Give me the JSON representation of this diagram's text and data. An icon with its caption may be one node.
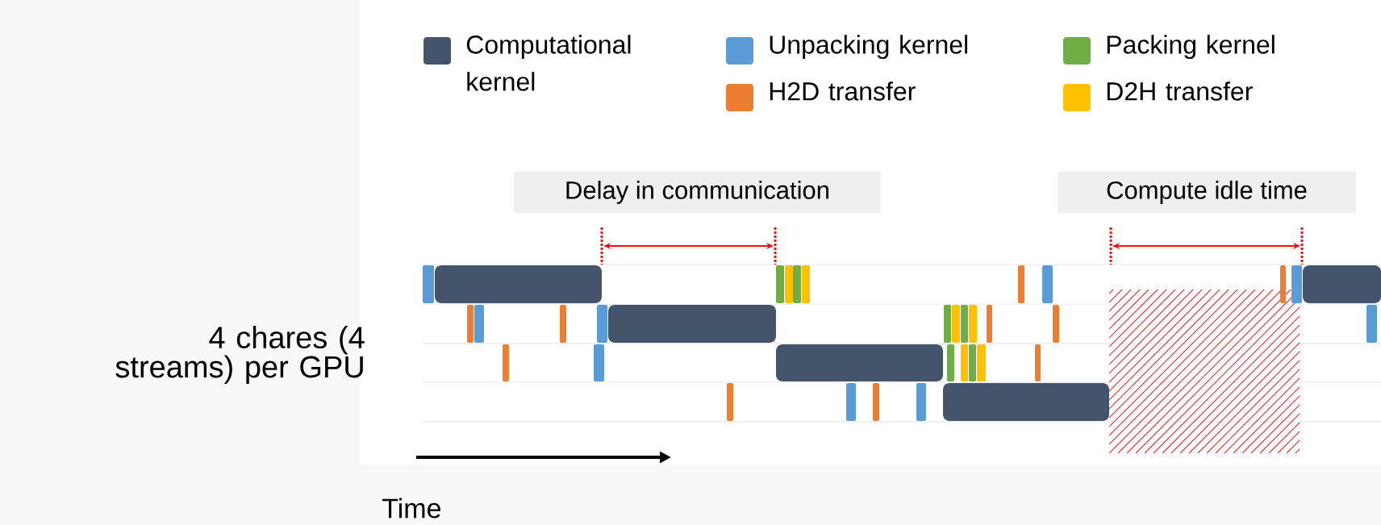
{
  "diagram": {
    "nodes": [
      {
        "text": [
          "Delay in communication"
        ]
      },
      {
        "text": [
          "Compute idle time"
        ]
      }
    ],
    "edges": [],
    "labels": [
      "4 chares (4 streams) per GPU",
      "Time"
    ],
    "legend": [
      {
        "text": "Computational kernel",
        "color": "#44546a"
      },
      {
        "text": "Unpacking kernel",
        "color": "#5b9bd5"
      },
      {
        "text": "Packing kernel",
        "color": "#70ad47"
      },
      {
        "text": "H2D transfer",
        "color": "#ed7d31"
      },
      {
        "text": "D2H transfer",
        "color": "#ffc000"
      }
    ]
  }
}
